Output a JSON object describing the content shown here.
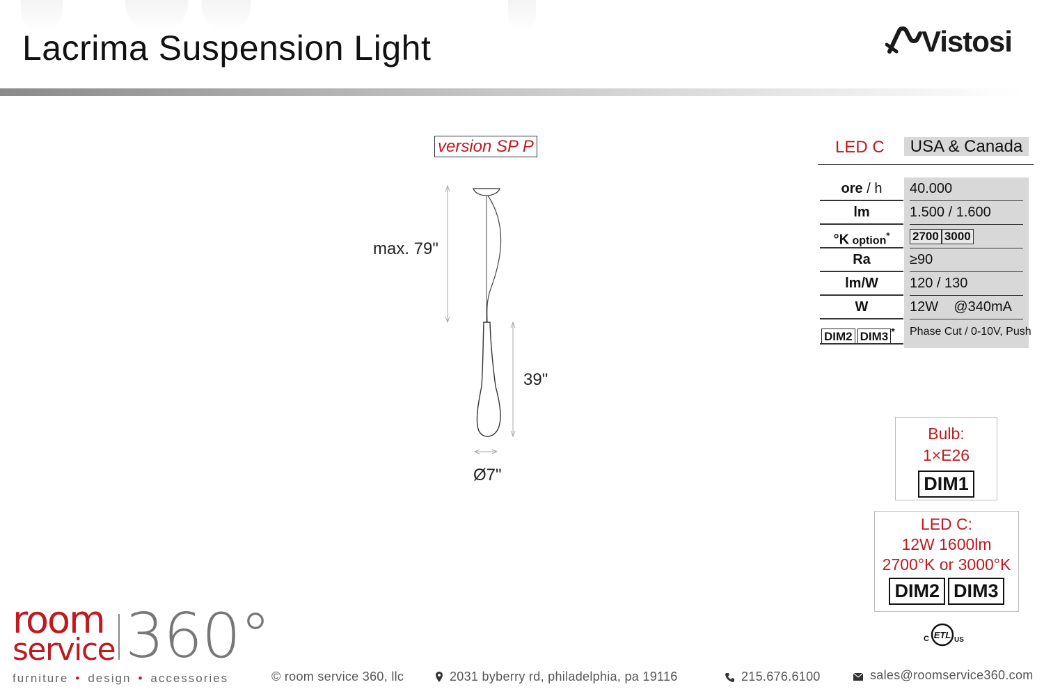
{
  "header": {
    "title": "Lacrima Suspension Light",
    "logo_text": "Vistosi"
  },
  "drawing": {
    "version_label": "version SP P",
    "dim_cable": "max. 79\"",
    "dim_height": "39\"",
    "dim_diameter": "Ø7\""
  },
  "spec": {
    "led_label": "LED C",
    "region": "USA & Canada",
    "rows": [
      {
        "label": "ore / h",
        "value": "40.000"
      },
      {
        "label": "lm",
        "value": "1.500 / 1.600"
      },
      {
        "label": "°K option*",
        "value_boxes": [
          "2700",
          "3000"
        ]
      },
      {
        "label": "Ra",
        "value": "≥90"
      },
      {
        "label": "lm/W",
        "value": "120 / 130"
      },
      {
        "label": "W",
        "value": "12W    @340mA"
      },
      {
        "label_boxes": [
          "DIM2",
          "DIM3"
        ],
        "label_suffix": "*",
        "value": "Phase Cut / 0-10V, Push"
      }
    ],
    "ore_bold": "ore",
    "ore_rest": " / h",
    "k_main": "°K",
    "k_sub": " option",
    "k_star": "*"
  },
  "bulb_box": {
    "line1": "Bulb:",
    "line2": "1×E26",
    "dim": "DIM1"
  },
  "led_box": {
    "line1": "LED C:",
    "line2": "12W 1600lm",
    "line3": "2700°K or 3000°K",
    "dims": [
      "DIM2",
      "DIM3"
    ]
  },
  "certification": {
    "mark": "ETL",
    "left": "C",
    "right": "US"
  },
  "footer": {
    "brand_room": "room",
    "brand_service": "service",
    "brand_360": "360°",
    "tagline": [
      "furniture",
      "design",
      "accessories"
    ],
    "tagline_sep": "•",
    "copyright": "© room service 360, llc",
    "address": "2031 byberry rd, philadelphia, pa 19116",
    "phone": "215.676.6100",
    "email": "sales@roomservice360.com"
  },
  "colors": {
    "accent_red": "#c0191f",
    "header_bar": "#8a8a8a",
    "table_shade": "#d8d8d8"
  }
}
